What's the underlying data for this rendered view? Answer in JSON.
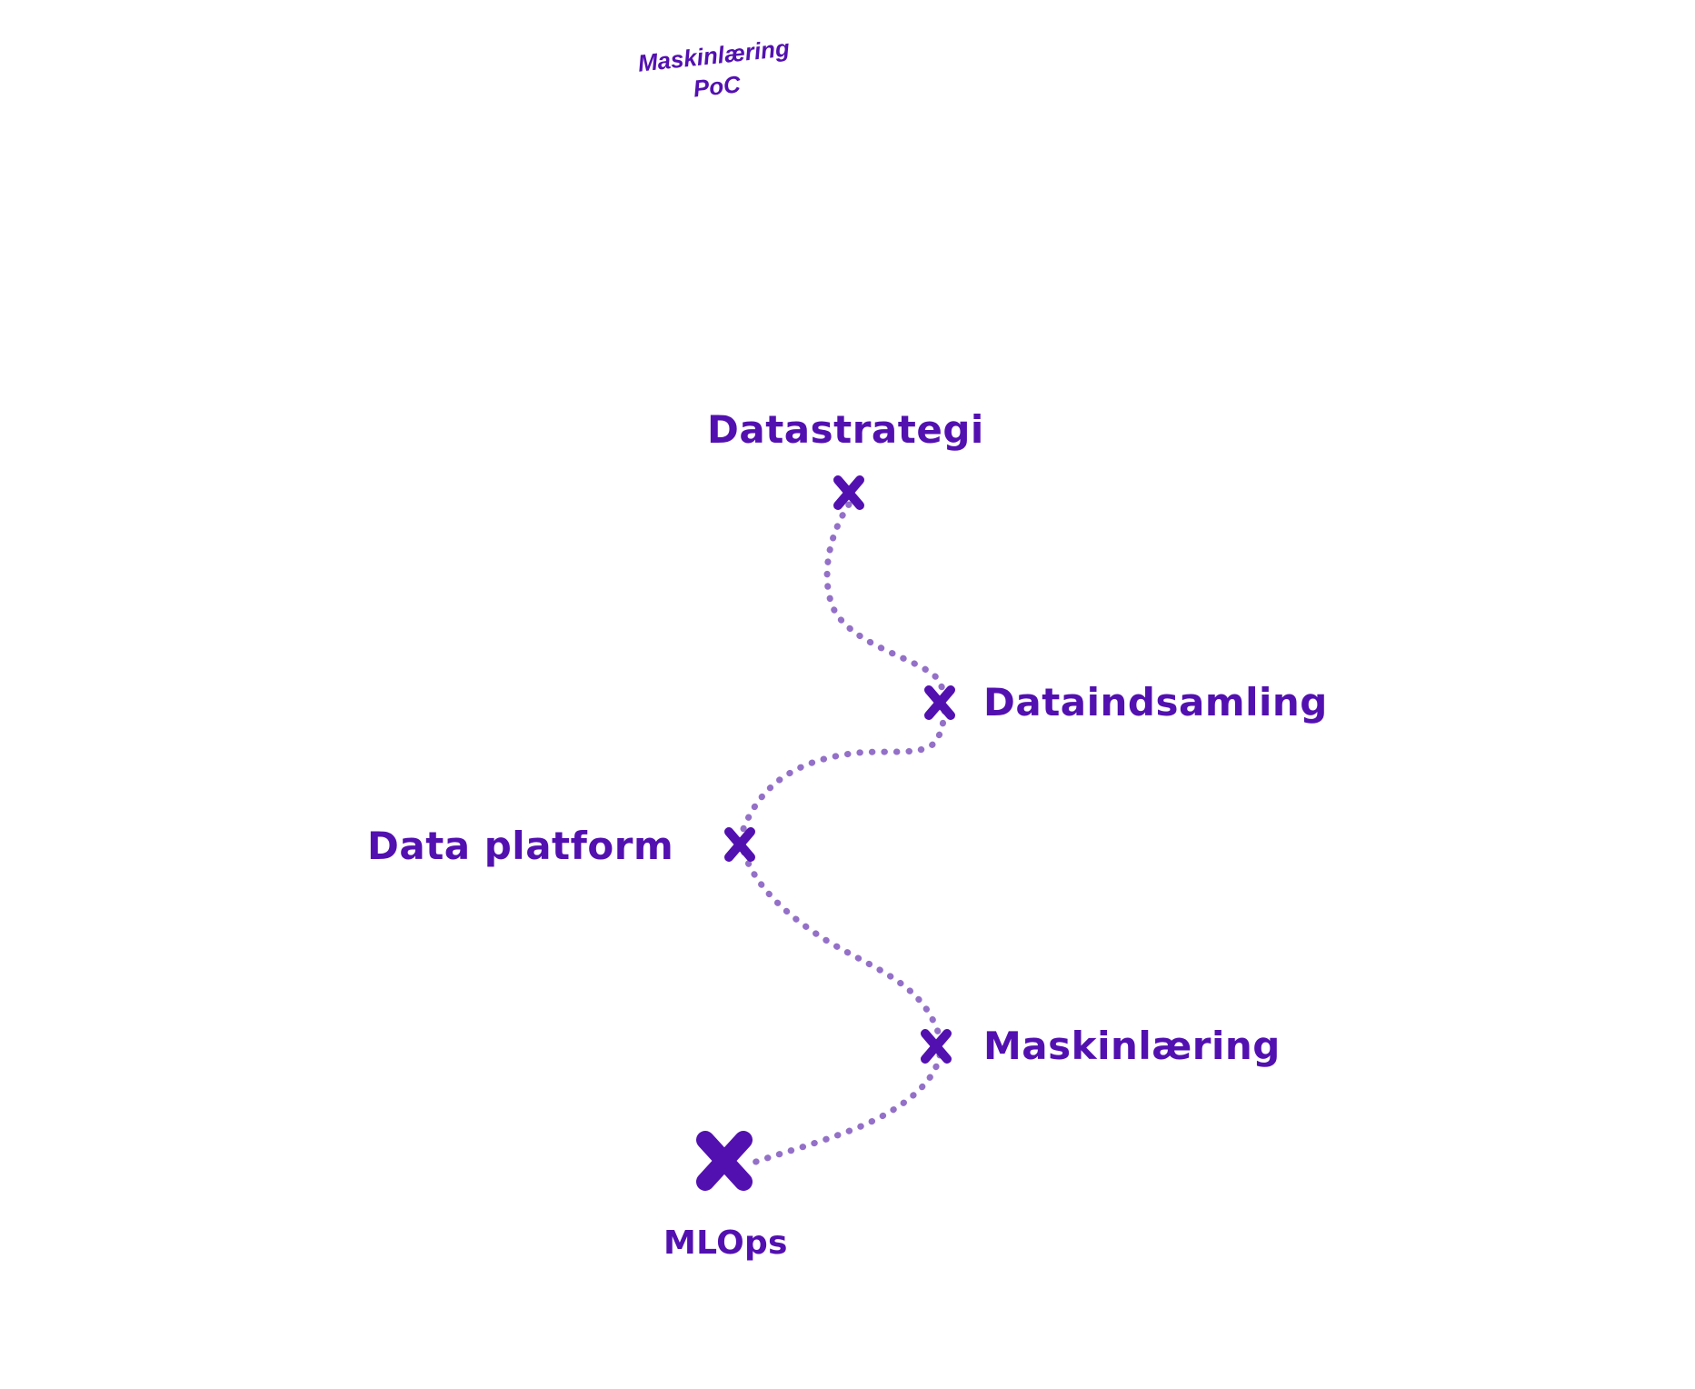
{
  "poc_note": {
    "line1": "Maskinlæring",
    "line2": "PoC"
  },
  "nodes": {
    "datastrategi": "Datastrategi",
    "dataindsamling": "Dataindsamling",
    "data_platform": "Data platform",
    "maskinlaering": "Maskinlæring",
    "mlops": "MLOps"
  },
  "colors": {
    "accent": "#5310b0",
    "path": "#9470c8"
  },
  "icons": {
    "marker": "x-mark-icon"
  }
}
